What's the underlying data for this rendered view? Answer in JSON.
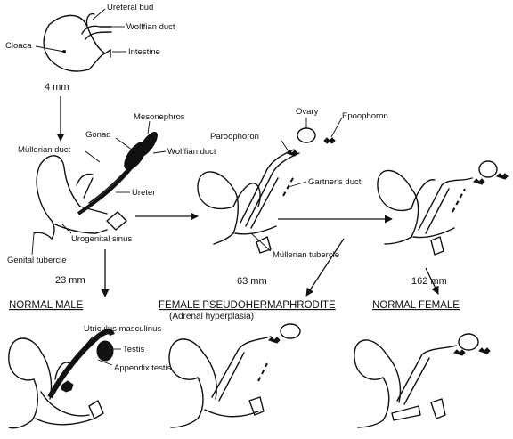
{
  "stage_4mm": {
    "labels": {
      "ureteral_bud": "Ureteral bud",
      "wolffian_duct": "Wolffian duct",
      "cloaca": "Cloaca",
      "intestine": "Intestine"
    },
    "size": "4 mm"
  },
  "stage_23mm": {
    "labels": {
      "gonad": "Gonad",
      "mesonephros": "Mesonephros",
      "mullerian_duct": "Müllerian duct",
      "wolffian_duct": "Wolffian duct",
      "ureter": "Ureter",
      "urogenital_sinus": "Urogenital sinus",
      "genital_tubercle": "Genital tubercle"
    },
    "size": "23 mm"
  },
  "stage_63mm": {
    "labels": {
      "ovary": "Ovary",
      "epoophoron": "Epoophoron",
      "paroophoron": "Paroophoron",
      "gartners_duct": "Gartner's duct",
      "mullerian_tubercle": "Müllerian tubercle"
    },
    "size": "63 mm"
  },
  "stage_162mm": {
    "size": "162 mm"
  },
  "outcomes": {
    "normal_male": "NORMAL MALE",
    "female_pseudo": "FEMALE PSEUDOHERMAPHRODITE",
    "female_pseudo_sub": "(Adrenal hyperplasia)",
    "normal_female": "NORMAL FEMALE"
  },
  "male_labels": {
    "utriculus": "Utriculus masculinus",
    "testis": "Testis",
    "appendix_testis": "Appendix testis"
  }
}
